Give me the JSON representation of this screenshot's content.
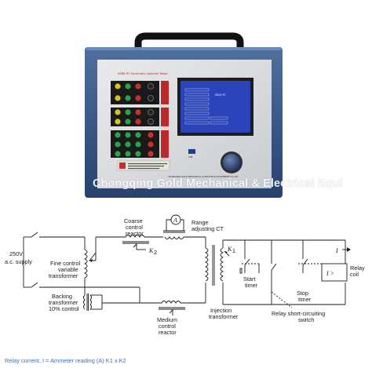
{
  "device": {
    "panel_title": "SX6R-PC Secondary Injection Tester",
    "maker_line": "CHONGQING GOLD MECHANICAL & ELECTRICAL EQUIPMENT CO.,LTD",
    "screen_brand": "GOLD-PC",
    "usb_label": "USB"
  },
  "watermark": "Chongqing Gold Mechanical & Electrical Equi",
  "diagram": {
    "labels": {
      "supply": [
        "250V",
        "a.c. supply"
      ],
      "fine": [
        "Fine control",
        "variable",
        "transformer"
      ],
      "backing": [
        "Backing",
        "transformer",
        "10% control"
      ],
      "coarse": [
        "Coarse",
        "control",
        "reactor"
      ],
      "range": [
        "Range",
        "adjusting CT"
      ],
      "medium": [
        "Medium",
        "control",
        "reactor"
      ],
      "injection": [
        "Injection",
        "transformer"
      ],
      "start": [
        "Start",
        "timer"
      ],
      "stop": [
        "Stop",
        "timer"
      ],
      "short": [
        "Relay short-circuiting",
        "switch"
      ],
      "relay": [
        "Relay",
        "coil"
      ],
      "ammeter": "A",
      "k1": "K",
      "k1_sub": "1",
      "k2": "K",
      "k2_sub": "2",
      "current": "I",
      "relay_symbol": "I >"
    },
    "caption": "Relay current, I = Ammeter reading (A) K1 x K2"
  }
}
